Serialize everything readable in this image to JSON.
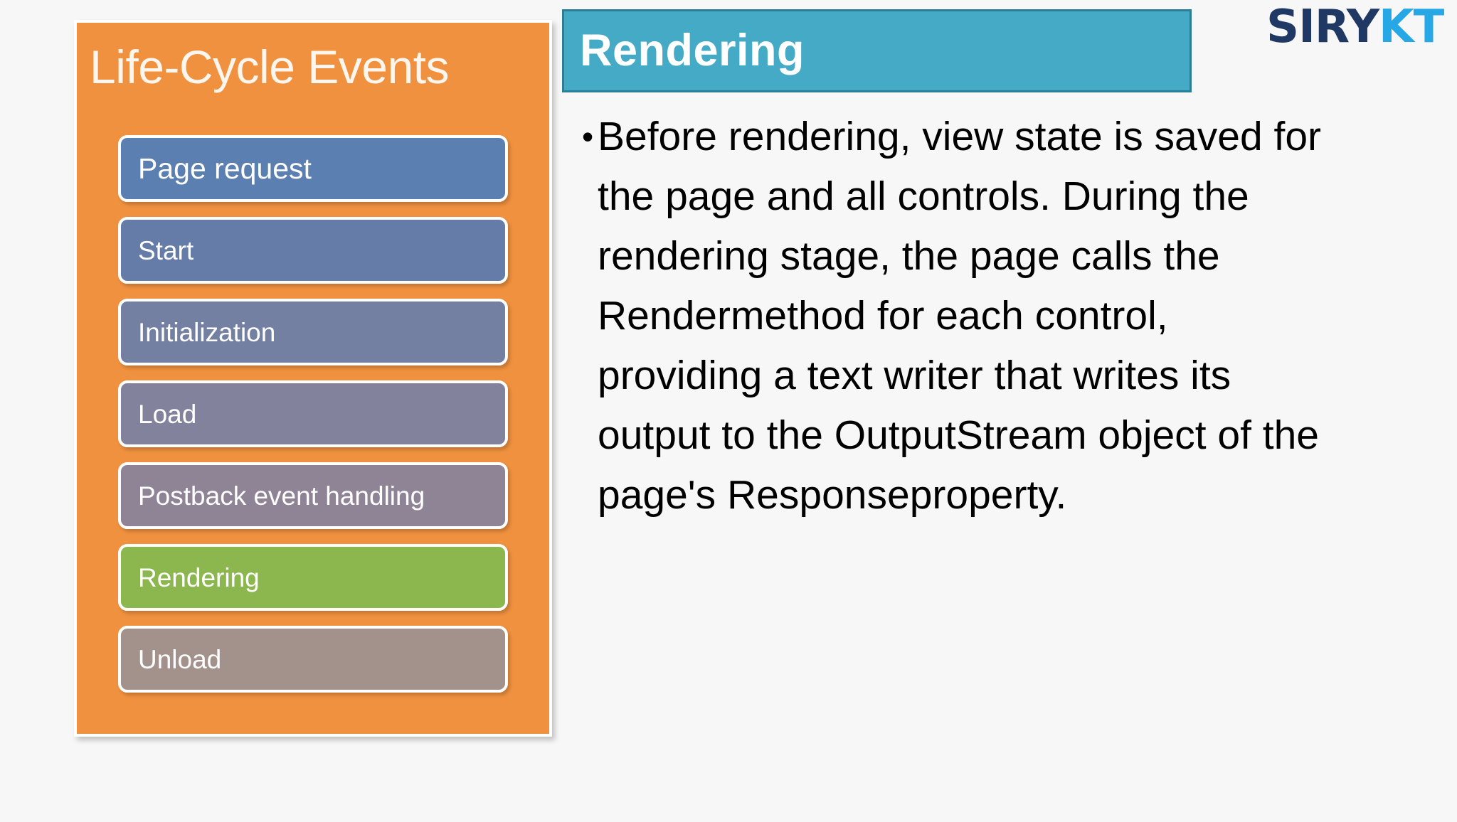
{
  "slide": {
    "background_color": "#f7f7f7"
  },
  "lifecycle_panel": {
    "title": "Life-Cycle Events",
    "panel_color": "#f0913f",
    "items": [
      {
        "label": "Page request",
        "color": "#5b7fb0"
      },
      {
        "label": "Start",
        "color": "#667ca8"
      },
      {
        "label": "Initialization",
        "color": "#7480a2"
      },
      {
        "label": "Load",
        "color": "#82829c"
      },
      {
        "label": "Postback event handling",
        "color": "#8e8496"
      },
      {
        "label": "Rendering",
        "color": "#8cb64e"
      },
      {
        "label": "Unload",
        "color": "#a3928c"
      }
    ]
  },
  "content": {
    "header_title": "Rendering",
    "header_color": "#45aac6",
    "header_border_color": "#2a7f96",
    "bullets": [
      "Before rendering, view state is saved for the page and all controls. During the rendering stage, the page calls the Rendermethod for each control, providing a text writer that writes its output to the OutputStream object of the page's Responseproperty."
    ],
    "bullet_glyph": "•"
  },
  "logo": {
    "part_a": "SIRY",
    "part_b": "KT",
    "part_a_color": "#1f3864",
    "part_b_color": "#27a8e6"
  }
}
